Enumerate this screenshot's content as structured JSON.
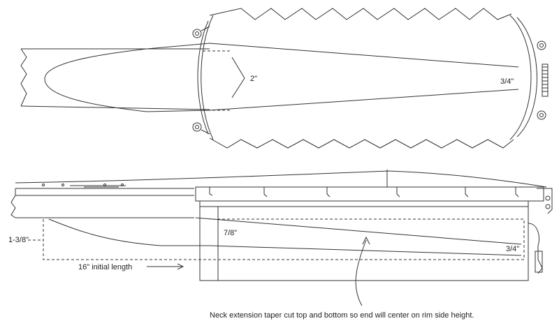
{
  "top_view": {
    "dim_neck_width": "2\"",
    "dim_end_width": "3/4\""
  },
  "side_view": {
    "dim_neck_height": "1-3/8\"",
    "dim_mid_height": "7/8\"",
    "dim_end_height": "3/4\"",
    "length_label": "16\" initial length"
  },
  "caption": "Neck extension taper cut top and bottom so end will center on rim side height."
}
